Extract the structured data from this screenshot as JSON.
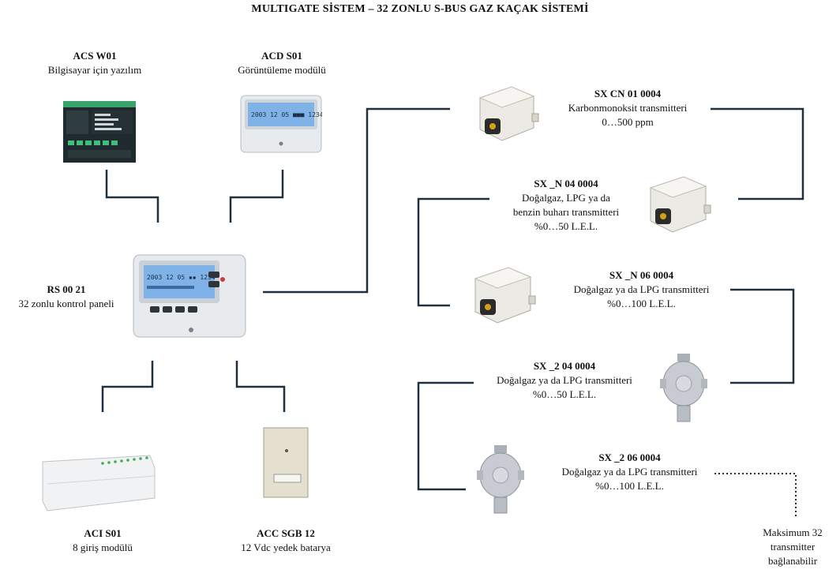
{
  "title": "MULTIGATE SİSTEM – 32 ZONLU S-BUS GAZ KAÇAK SİSTEMİ",
  "devices": {
    "acs_w01": {
      "code": "ACS W01",
      "desc": "Bilgisayar için yazılım"
    },
    "acd_s01": {
      "code": "ACD S01",
      "desc": "Görüntüleme modülü",
      "screen_text": "2003 12 05 ■■■ 1234"
    },
    "rs_00_21": {
      "code": "RS 00 21",
      "desc": "32 zonlu kontrol paneli",
      "screen_text": "2003 12 05 ▪▪ 1234"
    },
    "aci_s01": {
      "code": "ACI S01",
      "desc": "8 giriş modülü"
    },
    "acc_sgb_12": {
      "code": "ACC SGB 12",
      "desc": "12 Vdc yedek batarya"
    },
    "sx_cn_01": {
      "code": "SX CN 01 0004",
      "lines": [
        "Karbonmonoksit transmitteri",
        "0…500 ppm"
      ]
    },
    "sx_n_04": {
      "code": "SX _N 04 0004",
      "lines": [
        "Doğalgaz, LPG ya da",
        "benzin buharı transmitteri",
        "%0…50 L.E.L."
      ]
    },
    "sx_n_06": {
      "code": "SX _N 06 0004",
      "lines": [
        "Doğalgaz ya da LPG transmitteri",
        "%0…100 L.E.L."
      ]
    },
    "sx_2_04": {
      "code": "SX _2 04 0004",
      "lines": [
        "Doğalgaz ya da LPG transmitteri",
        "%0…50 L.E.L."
      ]
    },
    "sx_2_06": {
      "code": "SX _2 06 0004",
      "lines": [
        "Doğalgaz ya da LPG transmitteri",
        "%0…100 L.E.L."
      ]
    }
  },
  "note": {
    "lines": [
      "Maksimum 32",
      "transmitter",
      "bağlanabilir"
    ]
  },
  "colors": {
    "wire": "#1f3040",
    "panel": "#e8ebee",
    "lcd": "#7fb2e6",
    "sensor_body": "#eceae4",
    "explosion_proof": "#c8ccd2"
  }
}
